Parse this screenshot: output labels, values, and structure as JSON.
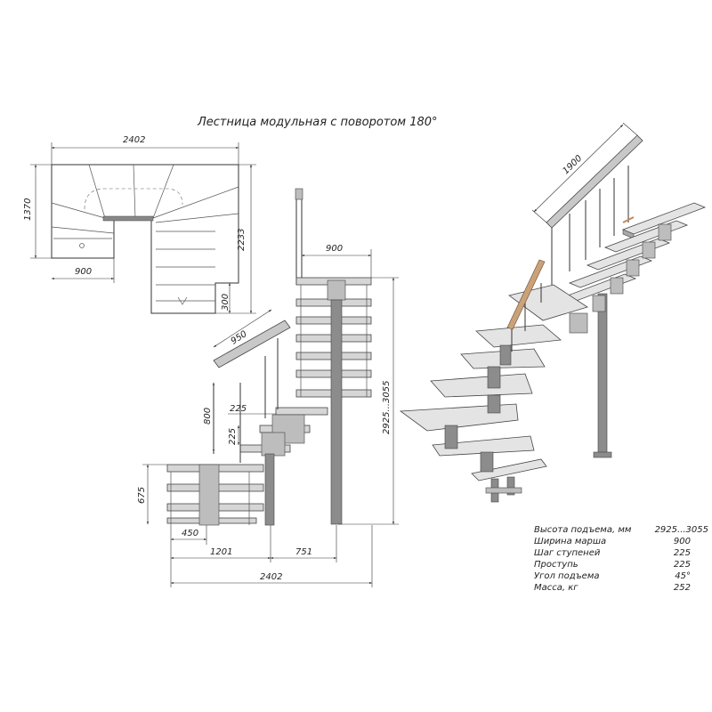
{
  "title": "Лестница модульная с поворотом 180°",
  "plan_view": {
    "width": "2402",
    "depth": "1370",
    "length": "2233",
    "inner_offset": "900",
    "bottom_step": "300"
  },
  "front_view": {
    "platform_width": "900",
    "total_height": "2925...3055",
    "rail_length": "950",
    "rail_height": "800",
    "riser_upper": "225",
    "riser_lower": "225",
    "lower_rise": "675",
    "base_offset": "450",
    "span_left": "1201",
    "span_right": "751",
    "total_width": "2402"
  },
  "iso_view": {
    "rail_length": "1900"
  },
  "specs": [
    {
      "label": "Высота подъема, мм",
      "value": "2925...3055"
    },
    {
      "label": "Ширина марша",
      "value": "900"
    },
    {
      "label": "Шаг ступеней",
      "value": "225"
    },
    {
      "label": "Проступь",
      "value": "225"
    },
    {
      "label": "Угол подъема",
      "value": "45°"
    },
    {
      "label": "Масса, кг",
      "value": "252"
    }
  ]
}
